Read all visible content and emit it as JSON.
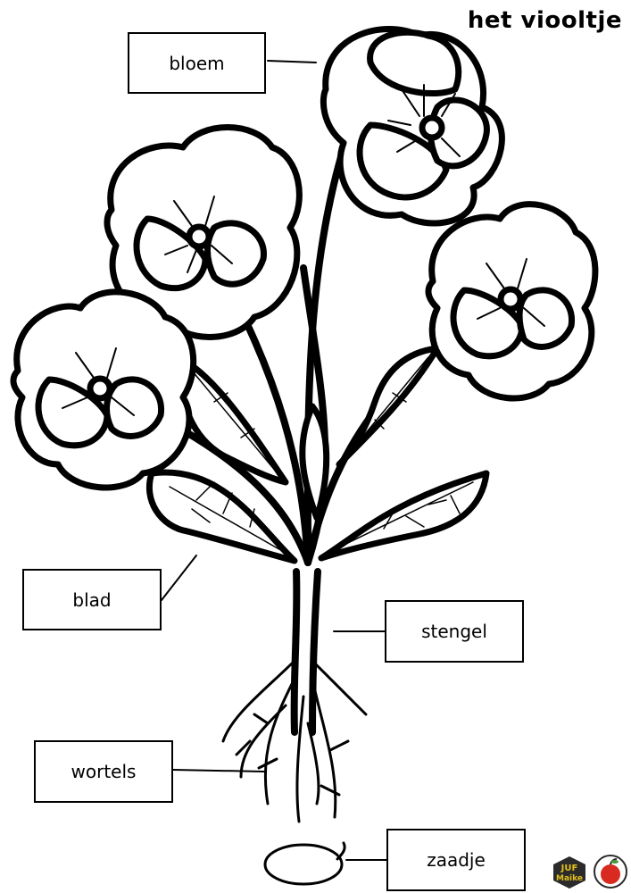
{
  "title": "het viooltje",
  "labels": {
    "bloem": "bloem",
    "blad": "blad",
    "stengel": "stengel",
    "wortels": "wortels",
    "zaadje": "zaadje"
  },
  "logo": {
    "text_line1": "JUF",
    "text_line2": "Maike",
    "badge_color": "#2b2b2b",
    "accent_color": "#e3c01c",
    "apple_color": "#d82a20"
  }
}
